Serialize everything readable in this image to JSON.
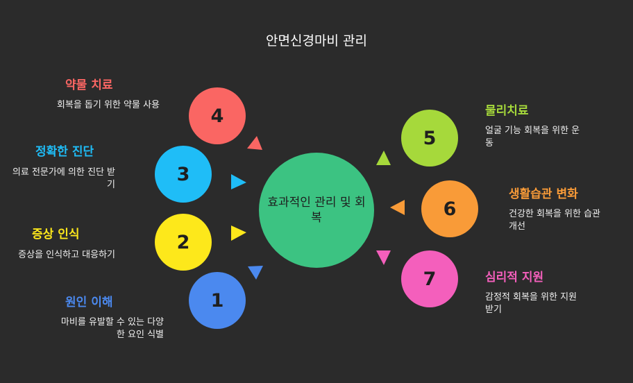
{
  "title": "안면신경마비 관리",
  "center": {
    "label": "효과적인 관리 및 회복",
    "color": "#3cc382"
  },
  "items": [
    {
      "number": "1",
      "heading": "원인 이해",
      "description": "마비를 유발할 수 있는 다양한 요인 식별",
      "color": "#4b89ef"
    },
    {
      "number": "2",
      "heading": "증상 인식",
      "description": "증상을 인식하고 대응하기",
      "color": "#fde81b"
    },
    {
      "number": "3",
      "heading": "정확한 진단",
      "description": "의료 전문가에 의한 진단 받기",
      "color": "#1fbdf7"
    },
    {
      "number": "4",
      "heading": "약물 치료",
      "description": "회복을 돕기 위한 약물 사용",
      "color": "#fa6663"
    },
    {
      "number": "5",
      "heading": "물리치료",
      "description": "얼굴 기능 회복을 위한 운동",
      "color": "#a6d93b"
    },
    {
      "number": "6",
      "heading": "생활습관 변화",
      "description": "건강한 회복을 위한 습관 개선",
      "color": "#f99b38"
    },
    {
      "number": "7",
      "heading": "심리적 지원",
      "description": "감정적 회복을 위한 지원 받기",
      "color": "#f45fbc"
    }
  ]
}
